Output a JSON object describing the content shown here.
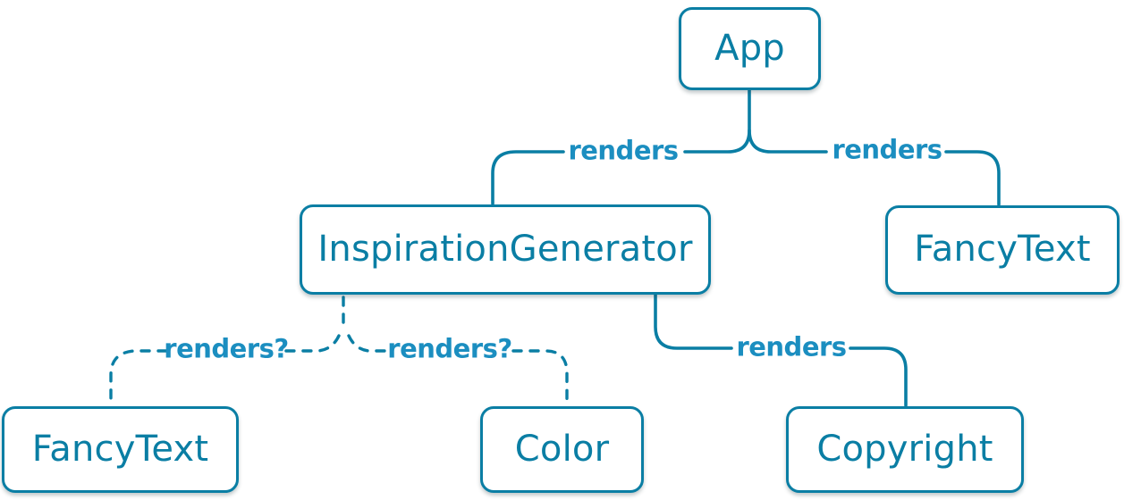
{
  "diagram": {
    "type": "component-render-tree",
    "colors": {
      "accent": "#0a7ea4",
      "edge_label": "#1b8ec0",
      "node_fill": "#ffffff",
      "background": "#ffffff"
    },
    "nodes": [
      {
        "id": "app",
        "label": "App"
      },
      {
        "id": "inspiration-generator",
        "label": "InspirationGenerator"
      },
      {
        "id": "fancy-text-top",
        "label": "FancyText"
      },
      {
        "id": "fancy-text-bottom",
        "label": "FancyText"
      },
      {
        "id": "color",
        "label": "Color"
      },
      {
        "id": "copyright",
        "label": "Copyright"
      }
    ],
    "edges": [
      {
        "from": "App",
        "to": "InspirationGenerator",
        "label": "renders",
        "style": "solid"
      },
      {
        "from": "App",
        "to": "FancyText",
        "label": "renders",
        "style": "solid"
      },
      {
        "from": "InspirationGenerator",
        "to": "FancyText",
        "label": "renders?",
        "style": "dashed"
      },
      {
        "from": "InspirationGenerator",
        "to": "Color",
        "label": "renders?",
        "style": "dashed"
      },
      {
        "from": "InspirationGenerator",
        "to": "Copyright",
        "label": "renders",
        "style": "solid"
      }
    ]
  }
}
